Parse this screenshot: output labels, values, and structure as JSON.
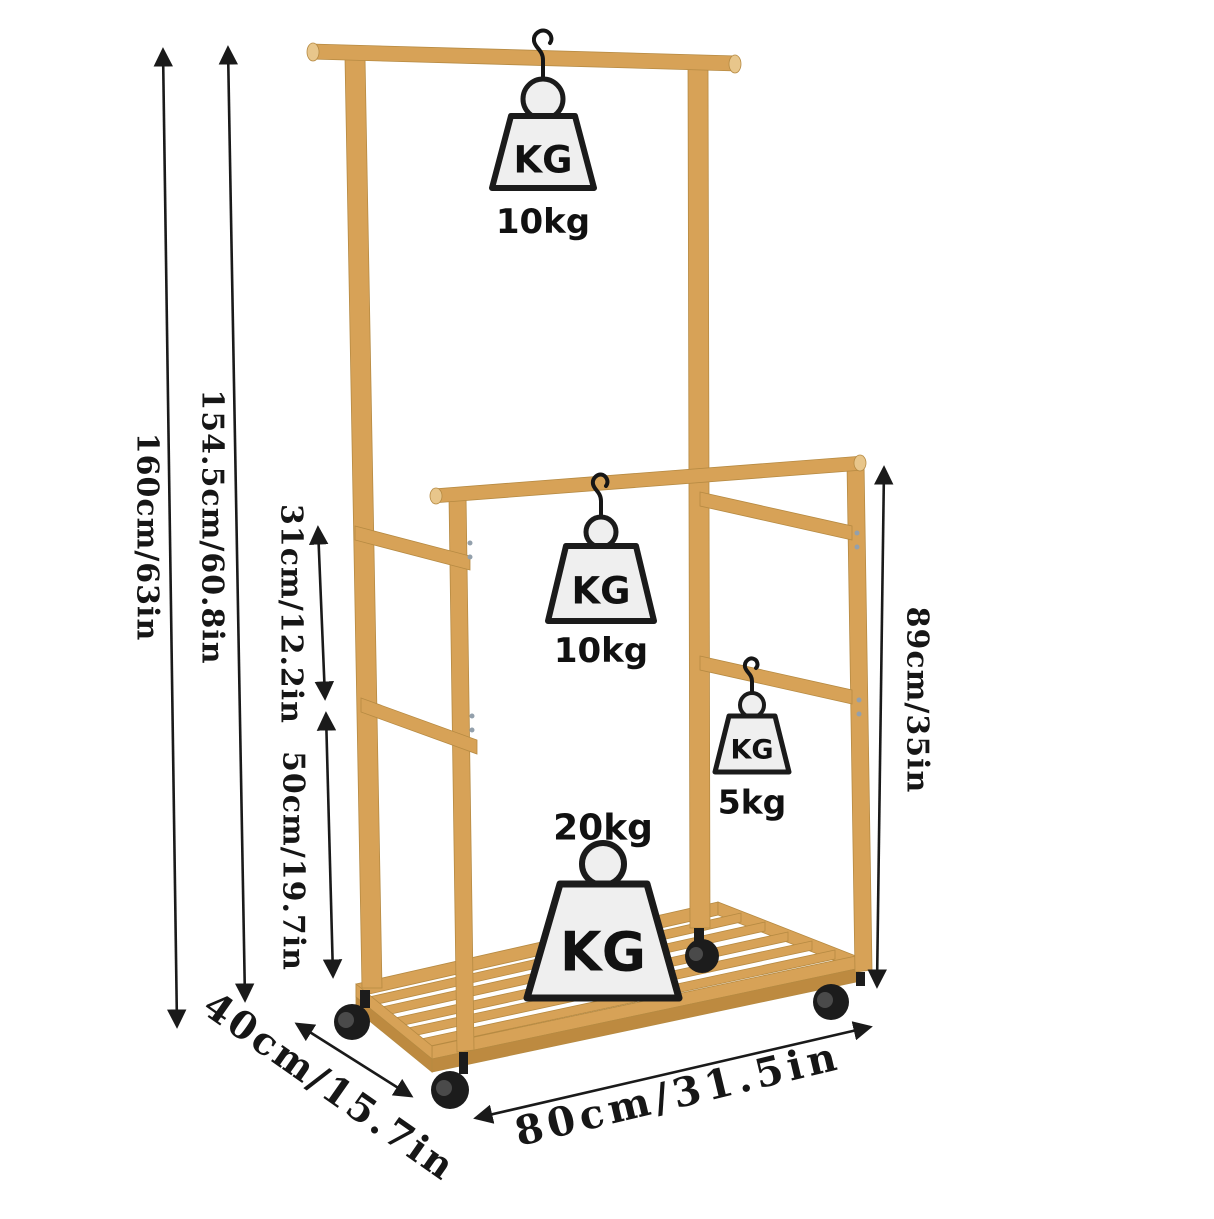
{
  "colors": {
    "wood": "#d7a257",
    "wood_dark": "#bd8a40",
    "wood_light": "#e8c68b",
    "line": "#1a1a1a",
    "weight_fill": "#efefef"
  },
  "dimensions": {
    "total_height": "160cm/63in",
    "top_bar_height": "154.5cm/60.8in",
    "upper_section_gap": "31cm/12.2in",
    "lower_section_gap": "50cm/19.7in",
    "lower_rack_height": "89cm/35in",
    "depth": "40cm/15.7in",
    "width": "80cm/31.5in"
  },
  "load_capacity": {
    "badge": "KG",
    "top_bar": "10kg",
    "middle_bar": "10kg",
    "side_rail": "5kg",
    "bottom_shelf": "20kg"
  }
}
